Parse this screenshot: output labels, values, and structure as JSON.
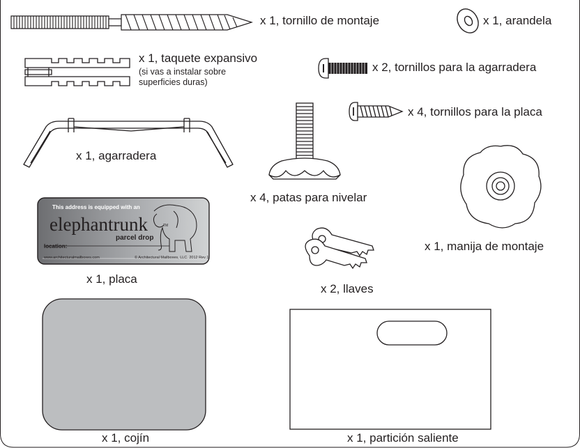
{
  "parts": {
    "mounting_screw": "x 1, tornillo de montaje",
    "washer": "x 1, arandela",
    "anchor": "x 1, taquete expansivo",
    "anchor_note_line1": "(si vas a instalar sobre",
    "anchor_note_line2": "superficies duras)",
    "handle_screws": "x 2, tornillos para la agarradera",
    "plate_screws": "x 4, tornillos para la placa",
    "handle": "x 1, agarradera",
    "leveling_feet": "x 4, patas para nivelar",
    "mounting_knob": "x 1, manija de montaje",
    "plate": "x 1, placa",
    "keys": "x 2, llaves",
    "cushion": "x 1, cojín",
    "partition": "x 1, partición saliente"
  },
  "plate": {
    "top_line": "This address is equipped with an",
    "brand": "elephantrunk",
    "tm": "TM",
    "sub": "parcel drop",
    "location": "location:",
    "website": "www.architecturalmailboxes.com",
    "copyright": "© Architectural Mailboxes, LLC. 2012  Rev 1"
  },
  "colors": {
    "ink": "#231f20",
    "cushion_fill": "#bcbec0",
    "plate_gradient_dark": "#6d6e71",
    "plate_gradient_light": "#d1d3d4"
  }
}
